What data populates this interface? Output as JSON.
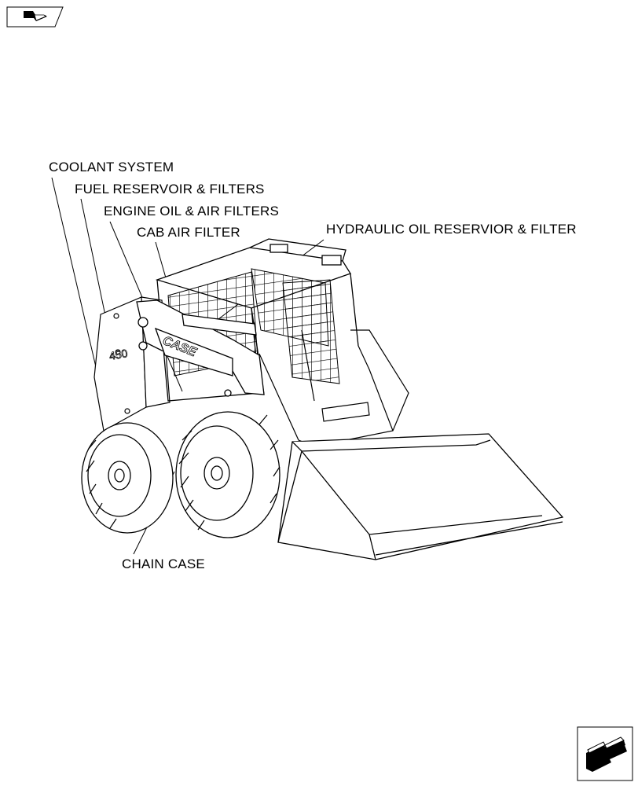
{
  "nav": {
    "prev_icon": "back-arrow-icon",
    "next_icon": "forward-arrow-icon"
  },
  "callouts": {
    "coolant_system": "COOLANT SYSTEM",
    "fuel_reservoir": "FUEL RESERVOIR & FILTERS",
    "engine_oil": "ENGINE OIL & AIR FILTERS",
    "cab_air_filter": "CAB AIR FILTER",
    "hydraulic_oil": "HYDRAULIC OIL RESERVIOR & FILTER",
    "chain_case": "CHAIN CASE"
  },
  "machine": {
    "brand_decal": "CASE",
    "model_decal": "450"
  }
}
